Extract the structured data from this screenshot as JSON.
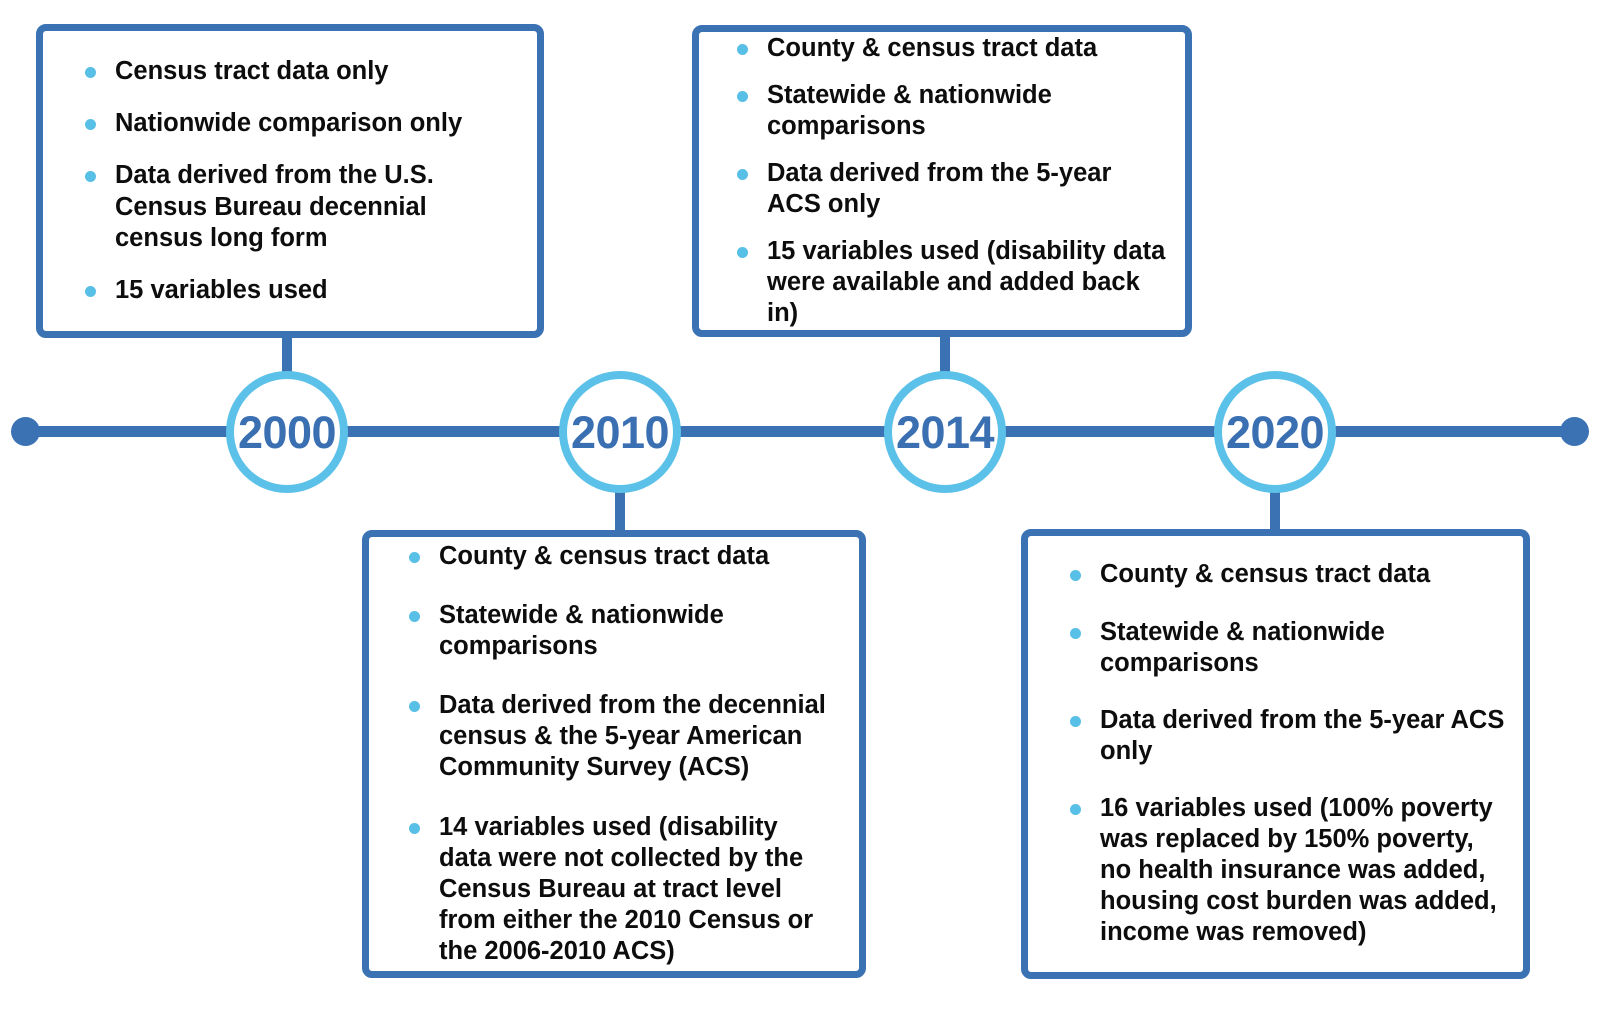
{
  "diagram": {
    "type": "timeline",
    "orientation": "horizontal",
    "colors": {
      "spine": "#3a72b3",
      "box_border": "#3a72b3",
      "node_ring": "#5cc1e8",
      "node_label": "#3a70b2",
      "bullet": "#58bfe6",
      "text": "#0d0d0d",
      "background": "#ffffff"
    },
    "endpoints": {
      "left_cap": "timeline-start-dot",
      "right_cap": "timeline-end-dot"
    },
    "milestones": [
      {
        "year": "2000",
        "box_position": "above",
        "bullets": [
          "Census tract data only",
          "Nationwide comparison only",
          "Data derived from the U.S. Census Bureau decennial census long form",
          "15 variables used"
        ]
      },
      {
        "year": "2010",
        "box_position": "below",
        "bullets": [
          "County & census tract data",
          "Statewide & nationwide comparisons",
          "Data derived from the decennial census & the 5-year American Community Survey (ACS)",
          "14 variables used (disability data were not collected by the Census Bureau at tract level from either the 2010 Census or the 2006-2010 ACS)"
        ]
      },
      {
        "year": "2014",
        "box_position": "above",
        "bullets": [
          "County & census tract data",
          "Statewide & nationwide comparisons",
          "Data derived from the 5-year ACS only",
          "15 variables used (disability data were available and added back in)"
        ]
      },
      {
        "year": "2020",
        "box_position": "below",
        "bullets": [
          "County & census tract data",
          "Statewide & nationwide comparisons",
          "Data derived from the 5-year ACS only",
          "16 variables used (100% poverty was replaced by 150% poverty, no health insurance was added, housing cost burden was added, income was removed)"
        ]
      }
    ]
  }
}
